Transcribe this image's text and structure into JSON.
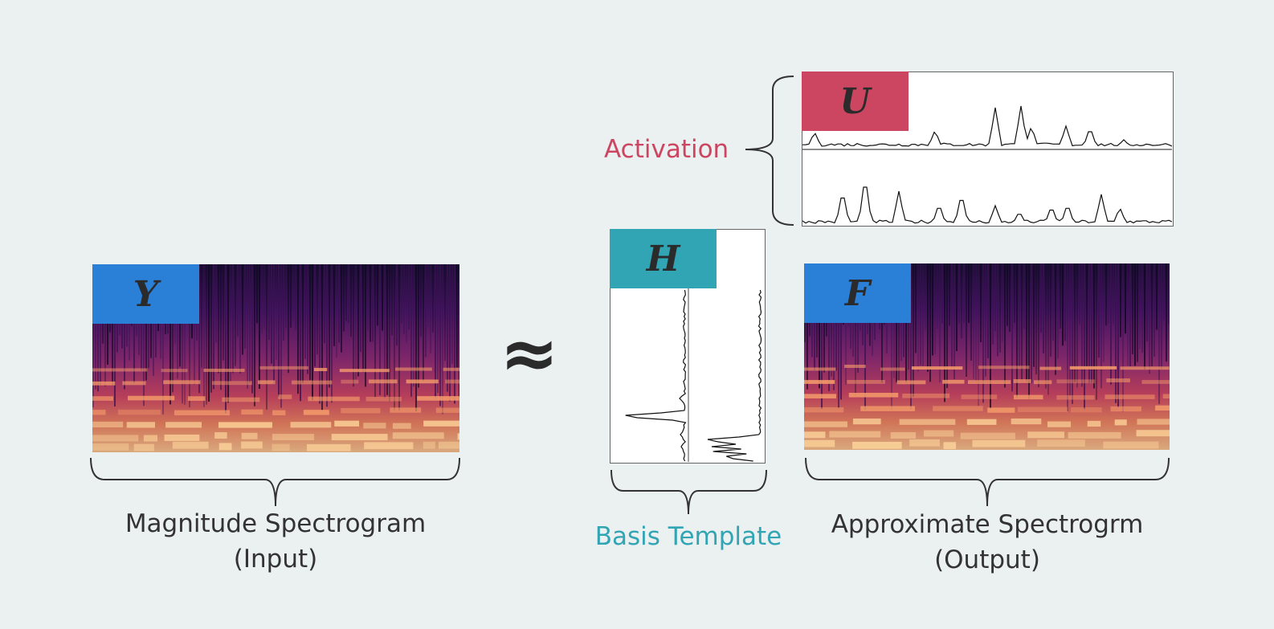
{
  "symbols": {
    "input": "Y",
    "activation": "U",
    "basis": "H",
    "output": "F",
    "approx": "≈"
  },
  "labels": {
    "input_line1": "Magnitude Spectrogram",
    "input_line2": "(Input)",
    "activation": "Activation",
    "basis": "Basis Template",
    "output_line1": "Approximate Spectrogrm",
    "output_line2": "(Output)"
  },
  "colors": {
    "background": "#ebf0f0",
    "badge_blue": "#2a7fd6",
    "badge_red": "#cc4661",
    "badge_teal": "#32a5b5",
    "activation_text": "#cc4661",
    "basis_text": "#32a5b5",
    "spec_dark": "#1c0f38",
    "spec_mid": "#b1316a",
    "spec_bright": "#fcc88c"
  }
}
